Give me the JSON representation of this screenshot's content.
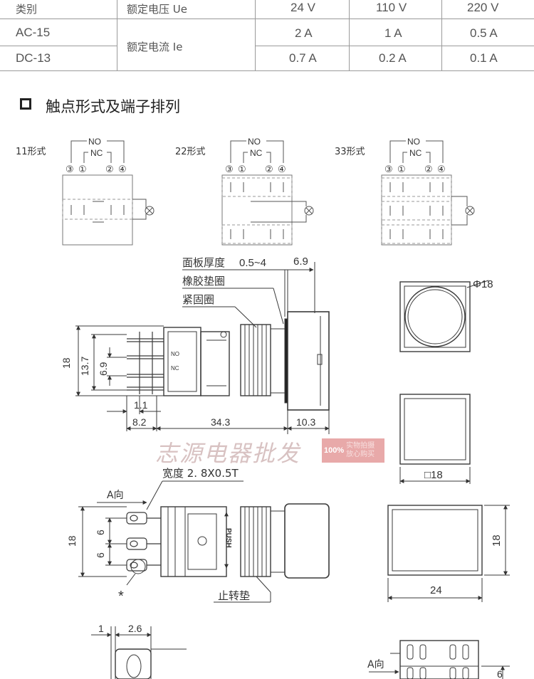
{
  "spec_table": {
    "col_category": "类别",
    "col_rated_voltage": "额定电压 Ue",
    "voltages": [
      "24 V",
      "110 V",
      "220 V"
    ],
    "rated_current_label": "额定电流 Ie",
    "rows": [
      {
        "name": "AC-15",
        "values": [
          "2 A",
          "1 A",
          "0.5 A"
        ]
      },
      {
        "name": "DC-13",
        "values": [
          "0.7 A",
          "0.2 A",
          "0.1 A"
        ]
      }
    ]
  },
  "section": {
    "title": "触点形式及端子排列"
  },
  "contact_forms": [
    {
      "label": "11形式",
      "no": "NO",
      "nc": "NC",
      "terminals": [
        "③",
        "①",
        "②",
        "④"
      ]
    },
    {
      "label": "22形式",
      "no": "NO",
      "nc": "NC",
      "terminals": [
        "③",
        "①",
        "②",
        "④"
      ]
    },
    {
      "label": "33形式",
      "no": "NO",
      "nc": "NC",
      "terminals": [
        "③",
        "①",
        "②",
        "④"
      ]
    }
  ],
  "side_view": {
    "panel_thickness": "面板厚度",
    "panel_thickness_value": "0.5~4",
    "dim_6_9_top": "6.9",
    "rubber_ring": "橡胶垫圈",
    "lock_ring": "紧固圈",
    "dim_18": "18",
    "dim_13_7": "13.7",
    "dim_6_9": "6.9",
    "dim_1_1": "1.1",
    "dim_8_2": "8.2",
    "dim_34_3": "34.3",
    "dim_10_3": "10.3",
    "body_text_no": "NO",
    "body_text_nc": "NC"
  },
  "front_view": {
    "diameter": "Φ18",
    "square": "□18",
    "rect_width": "24",
    "rect_height": "18"
  },
  "bottom_view": {
    "width_label": "宽度 2. 8X0.5T",
    "a_direction": "A向",
    "dim_18": "18",
    "dim_6a": "6",
    "dim_6b": "6",
    "asterisk": "*",
    "push": "PUSH",
    "anti_rotation": "止转垫"
  },
  "detail_view": {
    "dim_1": "1",
    "dim_2_6": "2.6",
    "a_direction": "A向",
    "dim_6": "6"
  },
  "watermark": {
    "text": "志源电器批发",
    "badge_pct": "100%",
    "badge_line1": "实物拍摄",
    "badge_line2": "放心购买"
  },
  "colors": {
    "line": "#4a4a4a",
    "table_text": "#555555",
    "watermark": "#d8c2c2"
  }
}
